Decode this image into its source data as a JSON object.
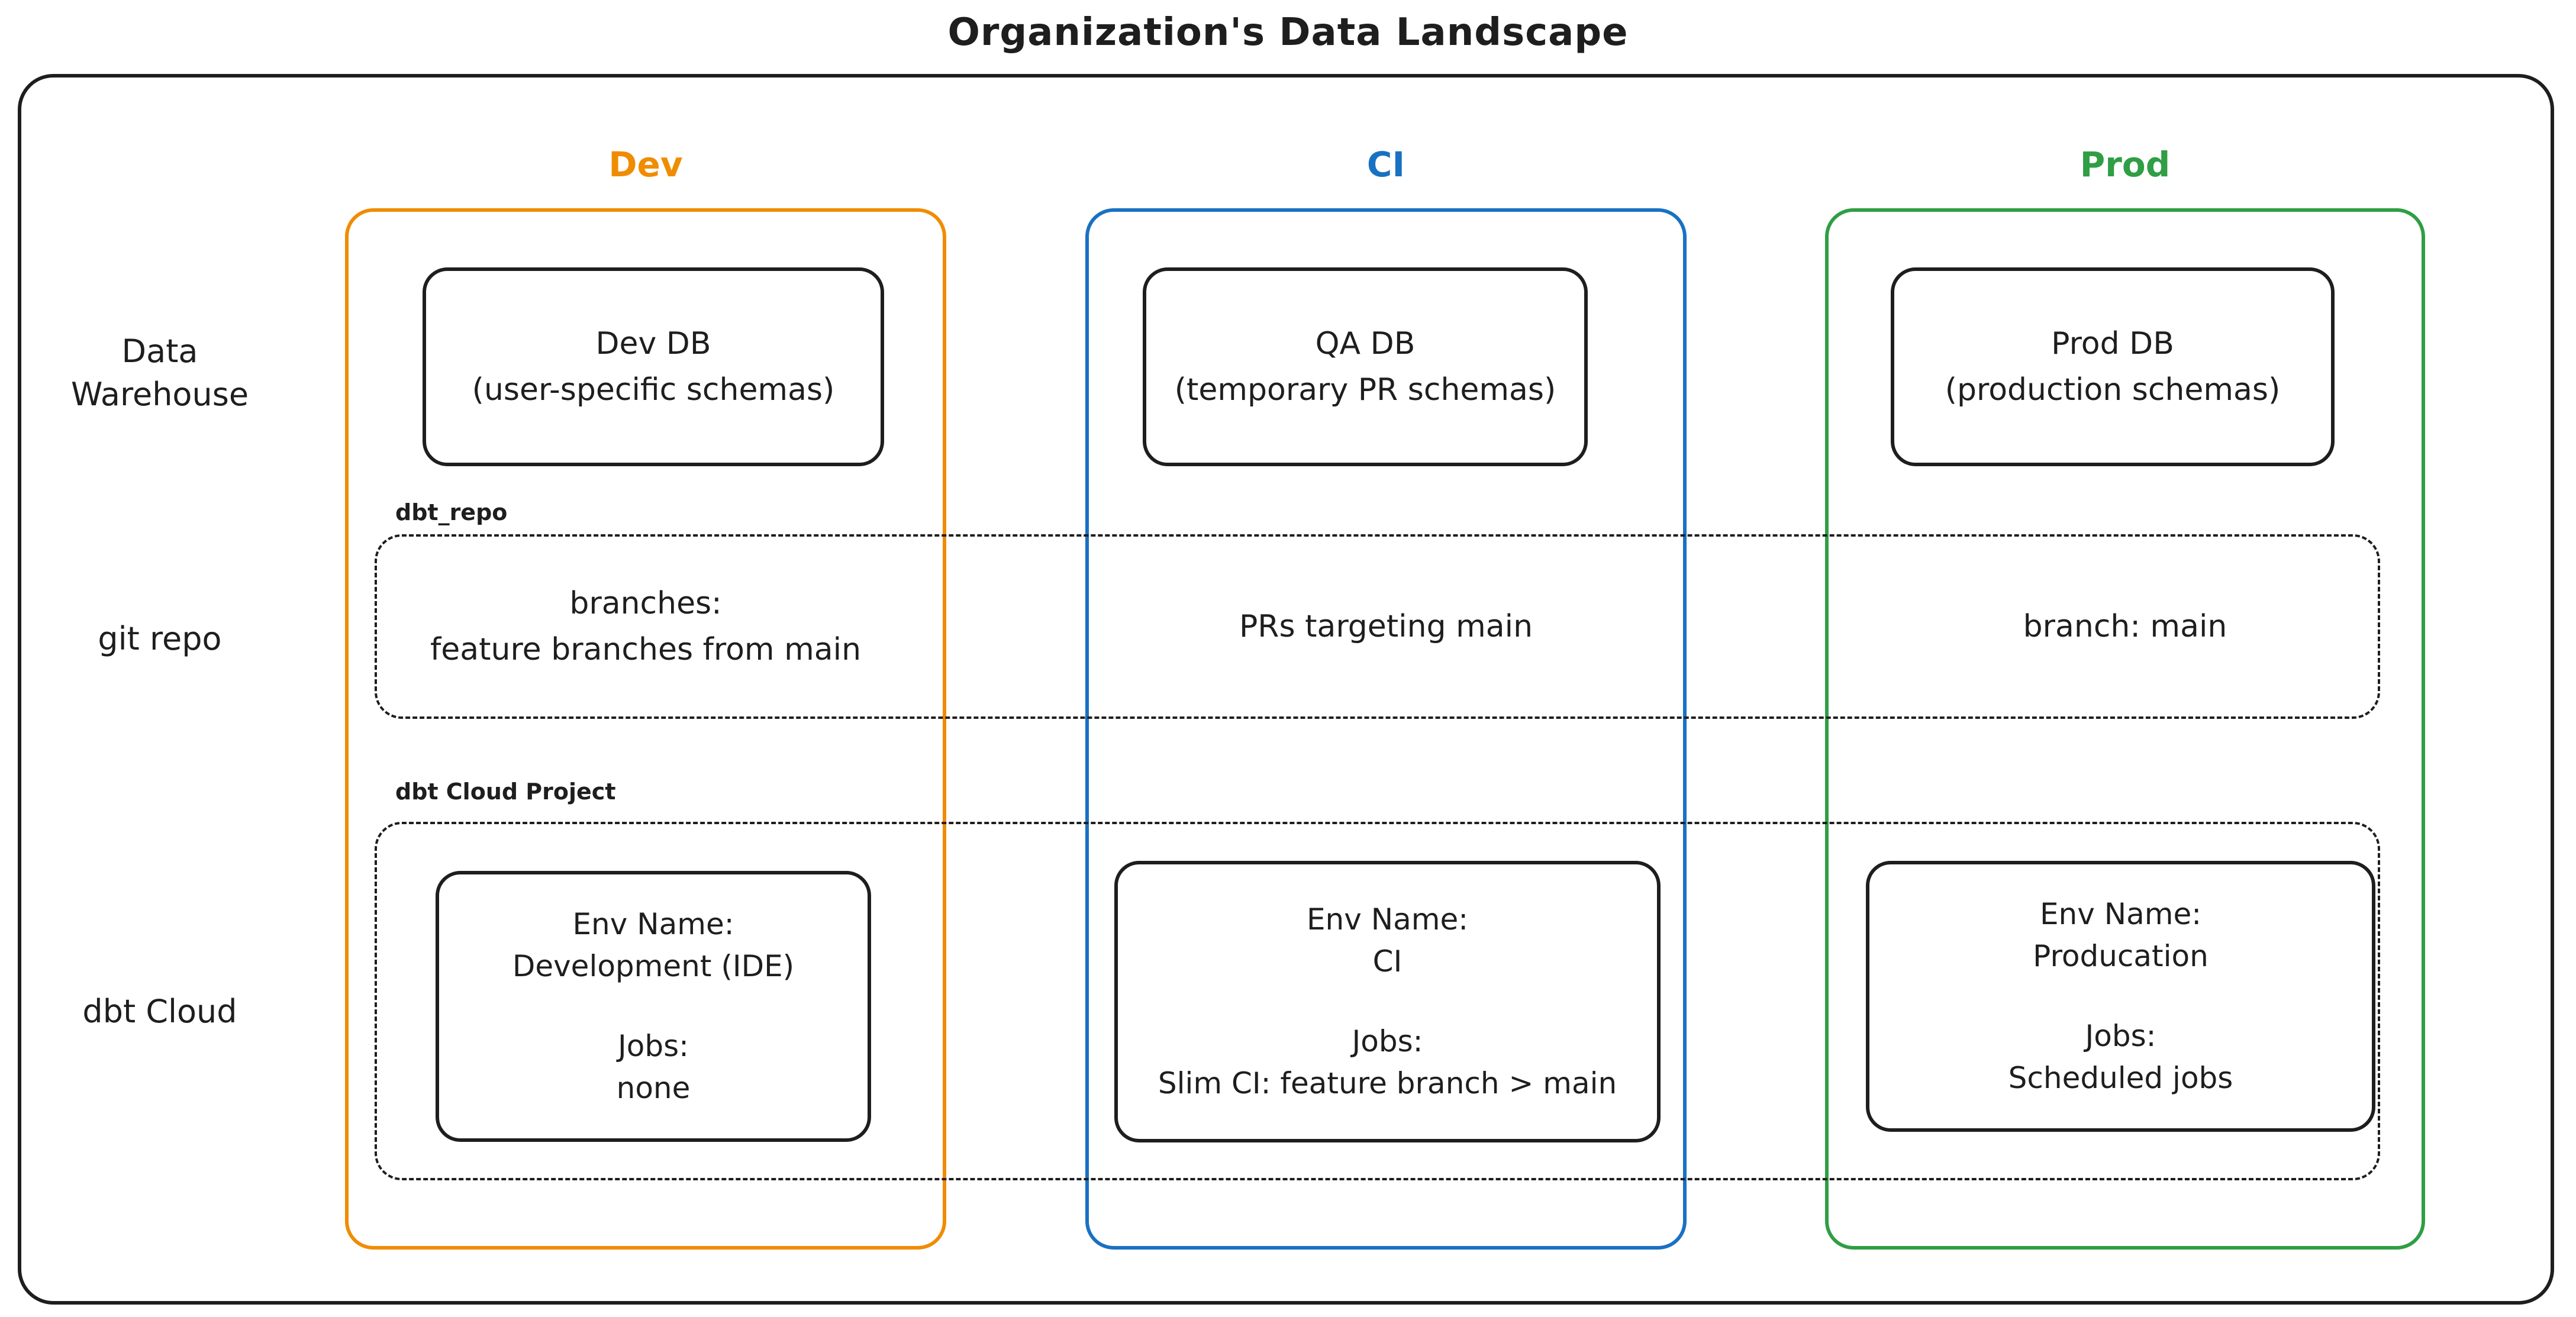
{
  "title": "Organization's Data Landscape",
  "columns": [
    {
      "id": "dev",
      "label": "Dev",
      "color": "#f08c00"
    },
    {
      "id": "ci",
      "label": "CI",
      "color": "#1971c2"
    },
    {
      "id": "prod",
      "label": "Prod",
      "color": "#2f9e44"
    }
  ],
  "row_labels": [
    "Data Warehouse",
    "git repo",
    "dbt Cloud"
  ],
  "warehouse": {
    "dev": {
      "line1": "Dev DB",
      "line2": "(user-specific schemas)"
    },
    "ci": {
      "line1": "QA DB",
      "line2": "(temporary PR schemas)"
    },
    "prod": {
      "line1": "Prod DB",
      "line2": "(production schemas)"
    }
  },
  "git_repo": {
    "container_label": "dbt_repo",
    "dev": {
      "line1": "branches:",
      "line2": "feature branches from main"
    },
    "ci": {
      "line1": "PRs targeting main"
    },
    "prod": {
      "line1": "branch: main"
    }
  },
  "dbt_cloud": {
    "container_label": "dbt Cloud Project",
    "dev": {
      "env_label": "Env Name:",
      "env": "Development (IDE)",
      "jobs_label": "Jobs:",
      "jobs": "none"
    },
    "ci": {
      "env_label": "Env Name:",
      "env": "CI",
      "jobs_label": "Jobs:",
      "jobs": "Slim CI: feature branch > main"
    },
    "prod": {
      "env_label": "Env Name:",
      "env": "Producation",
      "jobs_label": "Jobs:",
      "jobs": "Scheduled jobs"
    }
  },
  "colors": {
    "stroke": "#1e1e1e",
    "dev_accent": "#f08c00",
    "ci_accent": "#1971c2",
    "prod_accent": "#2f9e44",
    "background": "#ffffff"
  }
}
